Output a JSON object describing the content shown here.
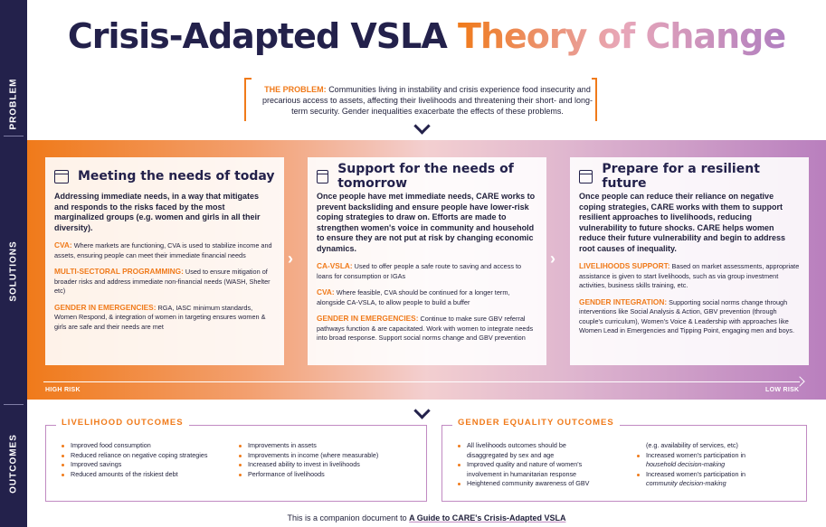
{
  "sidebar": {
    "problem": "PROBLEM",
    "solutions": "SOLUTIONS",
    "outcomes": "OUTCOMES"
  },
  "title": {
    "part1": "Crisis-Adapted VSLA",
    "part2": "Theory of Change"
  },
  "problem": {
    "label": "THE PROBLEM:",
    "text": "Communities living in instability and crisis experience food insecurity and precarious access to assets, affecting their livelihoods and threatening their short- and long-term security. Gender inequalities exacerbate the effects of these problems."
  },
  "cards": [
    {
      "title": "Meeting the needs of today",
      "lead": "Addressing immediate needs, in a way that mitigates and responds to the risks faced by the most marginalized groups (e.g. women and girls in all their diversity).",
      "items": [
        {
          "label": "CVA:",
          "text": "Where markets are functioning, CVA is used to stabilize income and assets, ensuring people can meet their immediate financial needs"
        },
        {
          "label": "MULTI-SECTORAL PROGRAMMING:",
          "text": "Used to ensure mitigation of broader risks and address immediate non-financial needs (WASH, Shelter etc)"
        },
        {
          "label": "GENDER IN EMERGENCIES:",
          "text": "RGA, IASC minimum standards, Women Respond, & integration of women in targeting ensures women & girls are safe and their needs are met"
        }
      ]
    },
    {
      "title": "Support for the needs of tomorrow",
      "lead": "Once people have met immediate needs, CARE works to prevent backsliding and ensure people have lower-risk coping strategies to draw on. Efforts are made to strengthen women's voice in community and household to ensure they are not put at risk by changing economic dynamics.",
      "items": [
        {
          "label": "CA-VSLA:",
          "text": "Used to offer people a safe route to saving and access to loans for consumption or IGAs"
        },
        {
          "label": "CVA:",
          "text": "Where feasible, CVA should be continued for a longer term, alongside CA-VSLA, to allow people to build a buffer"
        },
        {
          "label": "GENDER IN EMERGENCIES:",
          "text": "Continue to make sure GBV referral pathways function & are capacitated. Work with women to integrate needs into broad response. Support social norms change and GBV prevention"
        }
      ]
    },
    {
      "title": "Prepare for a resilient future",
      "lead": "Once people can reduce their reliance on negative coping strategies, CARE works with them to support resilient approaches to livelihoods, reducing vulnerability to future shocks. CARE helps women reduce their future vulnerability and begin to address root causes of inequality.",
      "items": [
        {
          "label": "LIVELIHOODS SUPPORT:",
          "text": "Based on market assessments, appropriate assistance is given to start livelihoods, such as via group investment activities, business skills training, etc."
        },
        {
          "label": "GENDER INTEGRATION:",
          "text": "Supporting social norms change through interventions like Social Analysis & Action, GBV prevention (through couple's curriculum), Women's Voice & Leadership with approaches like Women Lead in Emergencies and Tipping Point, engaging men and boys."
        }
      ]
    }
  ],
  "risk": {
    "high": "HIGH RISK",
    "low": "LOW RISK"
  },
  "outcomes": {
    "livelihood": {
      "title": "LIVELIHOOD OUTCOMES",
      "col1": [
        "Improved food consumption",
        "Reduced reliance on negative coping strategies",
        "Improved savings",
        "Reduced amounts of the riskiest debt"
      ],
      "col2": [
        "Improvements in assets",
        "Improvements in income (where measurable)",
        "Increased ability to invest in livelihoods",
        "Performance of livelihoods"
      ]
    },
    "gender": {
      "title": "GENDER EQUALITY OUTCOMES",
      "col1": [
        {
          "text": "All livelihoods outcomes should be",
          "bullet": true
        },
        {
          "text": "disaggregated by sex and age",
          "bullet": false
        },
        {
          "text": "Improved quality and nature of women's",
          "bullet": true
        },
        {
          "text": "involvement in humanitarian response",
          "bullet": false
        },
        {
          "text": "Heightened community awareness of GBV",
          "bullet": true
        }
      ],
      "col2": [
        {
          "text": "(e.g. availability of services, etc)",
          "bullet": false
        },
        {
          "text": "Increased women's participation in",
          "bullet": true
        },
        {
          "text": "household decision-making",
          "bullet": false
        },
        {
          "text": "Increased women's participation in",
          "bullet": true
        },
        {
          "text": "community decision-making",
          "bullet": false
        }
      ]
    }
  },
  "footer": {
    "text": "This is a companion document to",
    "link": "A Guide to CARE's Crisis-Adapted VSLA"
  }
}
